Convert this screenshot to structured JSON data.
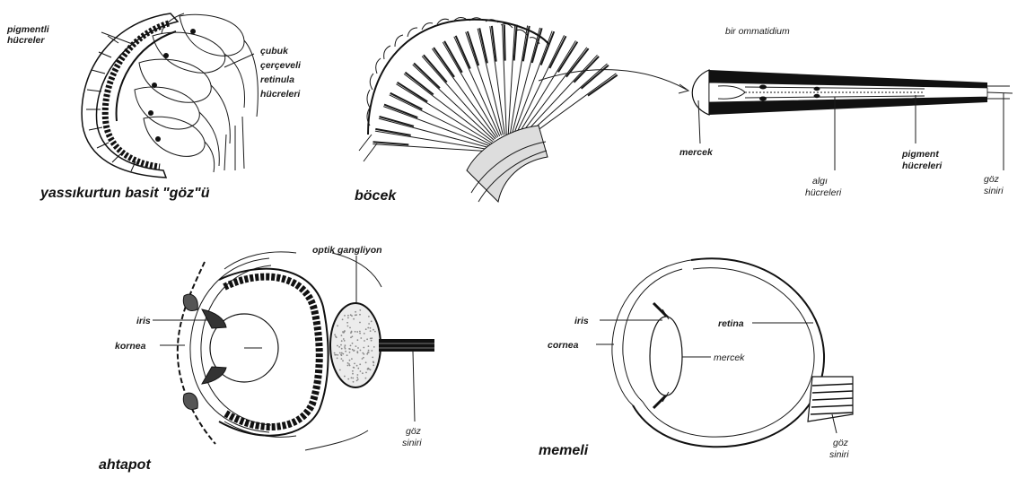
{
  "colors": {
    "ink": "#111111",
    "paper": "#ffffff",
    "stipple": "#c8c8c8"
  },
  "flatworm": {
    "caption": "yassıkurtun basit \"göz\"ü",
    "label_pigment_line1": "pigmentli",
    "label_pigment_line2": "hücreler",
    "label_rod_line1": "çubuk",
    "label_rod_line2": "çerçeveli",
    "label_rod_line3": "retinula",
    "label_rod_line4": "hücreleri"
  },
  "insect": {
    "caption": "böcek"
  },
  "ommatidium": {
    "title": "bir ommatidium",
    "label_lens": "mercek",
    "label_sensory_line1": "algı",
    "label_sensory_line2": "hücreleri",
    "label_pigment_line1": "pigment",
    "label_pigment_line2": "hücreleri",
    "label_nerve_line1": "göz",
    "label_nerve_line2": "siniri"
  },
  "octopus": {
    "caption": "ahtapot",
    "label_iris": "iris",
    "label_cornea": "kornea",
    "label_ganglion": "optik gangliyon",
    "label_nerve_line1": "göz",
    "label_nerve_line2": "siniri"
  },
  "mammal": {
    "caption": "memeli",
    "label_iris": "iris",
    "label_cornea": "cornea",
    "label_lens": "mercek",
    "label_retina": "retina",
    "label_nerve_line1": "göz",
    "label_nerve_line2": "siniri"
  }
}
